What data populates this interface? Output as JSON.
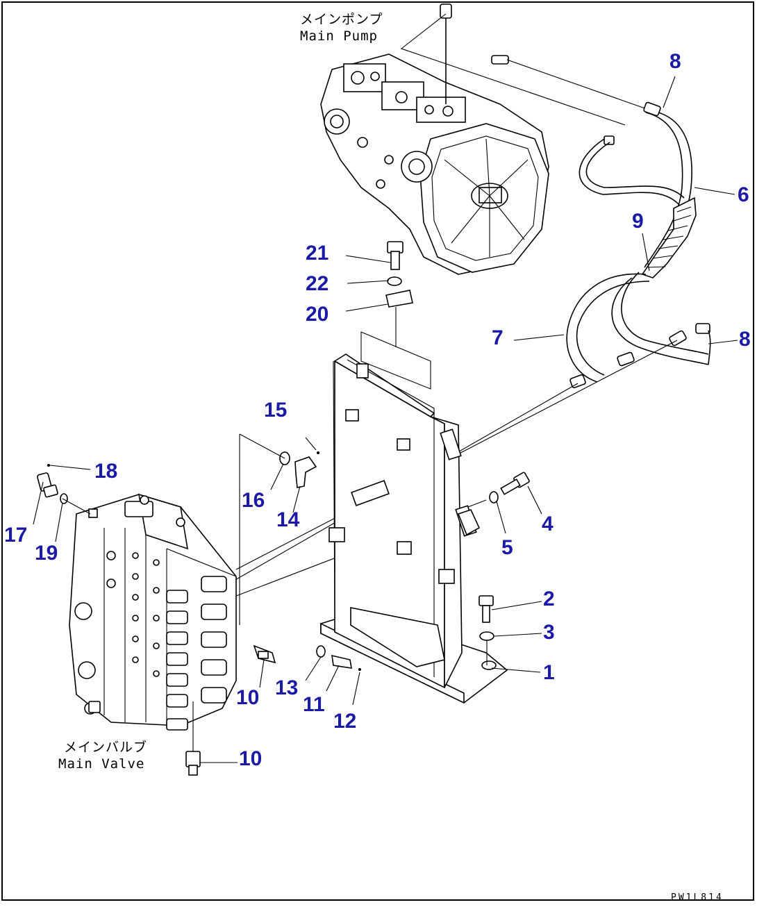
{
  "labels": {
    "main_pump_jp": "メインポンプ",
    "main_pump_en": "Main Pump",
    "main_valve_jp": "メインバルブ",
    "main_valve_en": "Main Valve",
    "drawing_id": "PW1L814"
  },
  "callouts": {
    "c1": "1",
    "c2": "2",
    "c3": "3",
    "c4": "4",
    "c5": "5",
    "c6": "6",
    "c7": "7",
    "c8a": "8",
    "c8b": "8",
    "c9": "9",
    "c10a": "10",
    "c10b": "10",
    "c11": "11",
    "c12": "12",
    "c13": "13",
    "c14": "14",
    "c15": "15",
    "c16": "16",
    "c17": "17",
    "c18": "18",
    "c19": "19",
    "c20": "20",
    "c21": "21",
    "c22": "22"
  },
  "colors": {
    "callout": "#1a1aa6",
    "line": "#000000",
    "background": "#ffffff"
  }
}
